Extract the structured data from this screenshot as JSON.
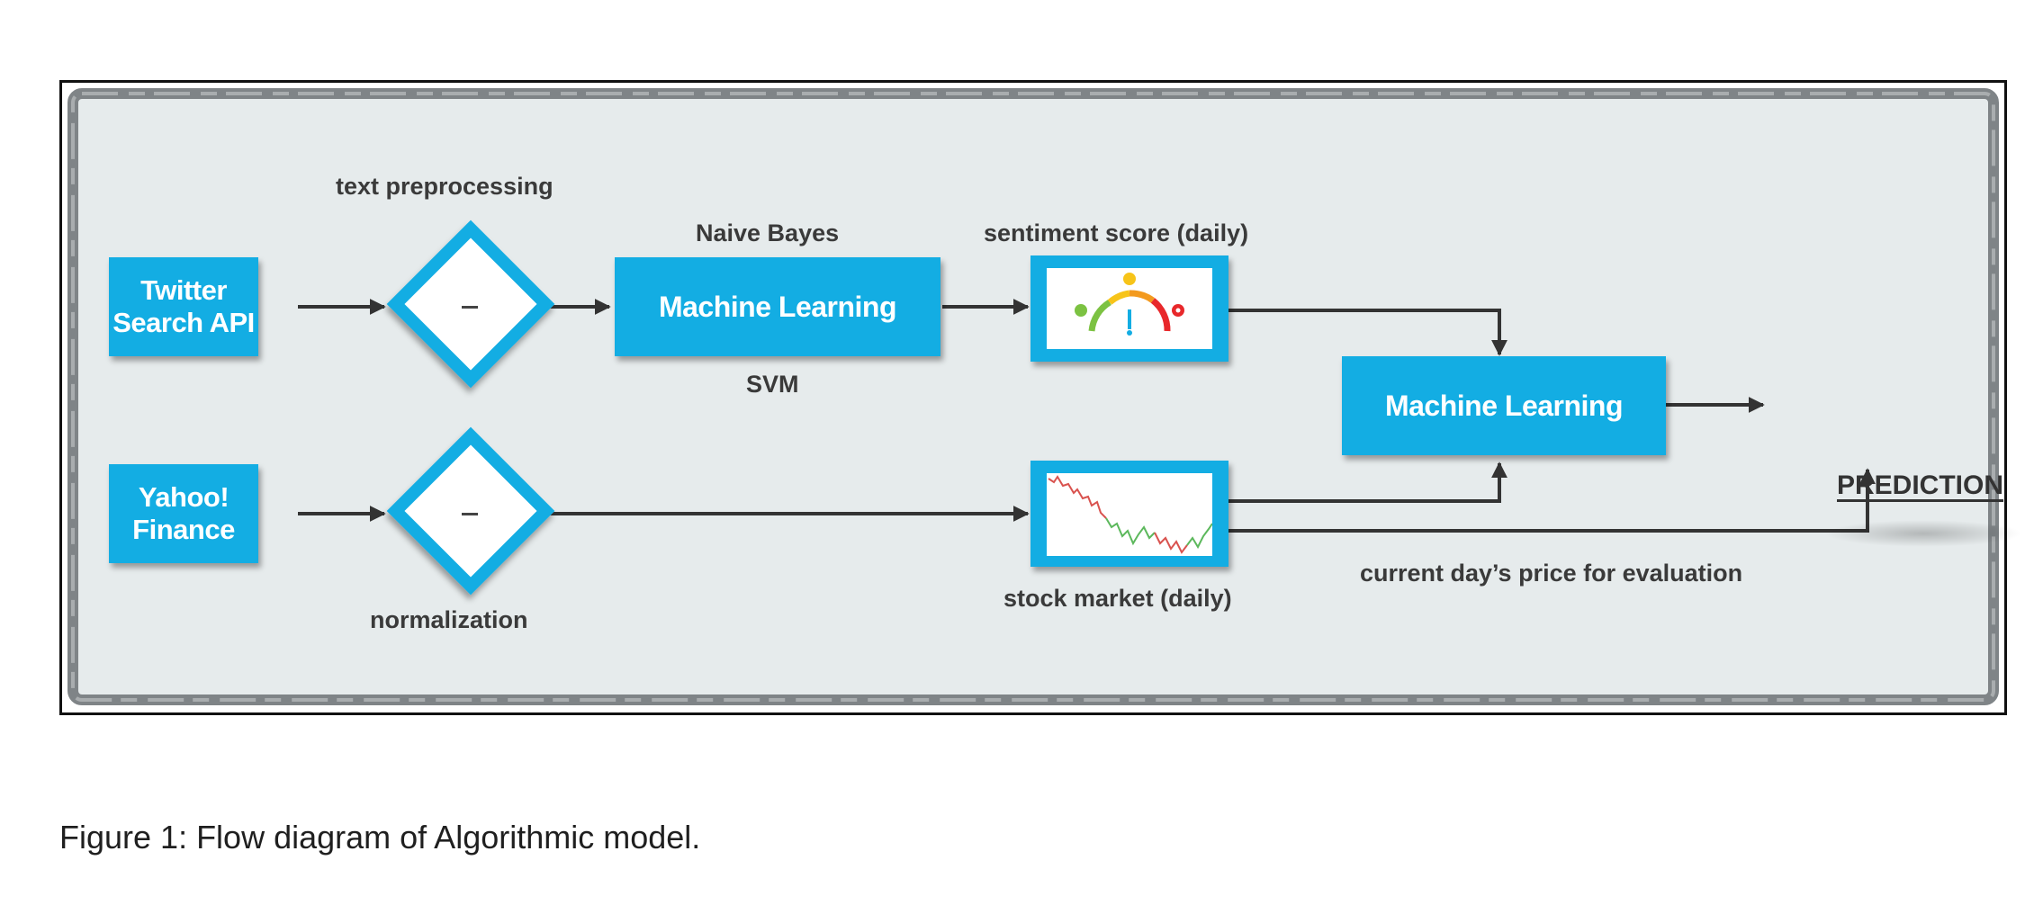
{
  "nodes": {
    "twitter": "Twitter\nSearch API",
    "yahoo": "Yahoo!\nFinance",
    "ml_sentiment": "Machine Learning",
    "ml_final": "Machine Learning"
  },
  "labels": {
    "text_preprocessing": "text preprocessing",
    "naive_bayes": "Naive Bayes",
    "svm": "SVM",
    "sentiment_score": "sentiment score (daily)",
    "normalization": "normalization",
    "stock_market": "stock market (daily)",
    "current_price": "current day’s price for evaluation",
    "prediction": "PREDICTION"
  },
  "caption": "Figure 1: Flow diagram of Algorithmic model.",
  "colors": {
    "box_fill": "#13ade3",
    "panel_fill": "#e6ebec",
    "panel_border": "#7f8487",
    "arrow": "#333333"
  },
  "icons": {
    "sentiment": "sentiment-gauge-icon",
    "stock": "stock-chart-icon",
    "diamond": "process-diamond-icon"
  }
}
